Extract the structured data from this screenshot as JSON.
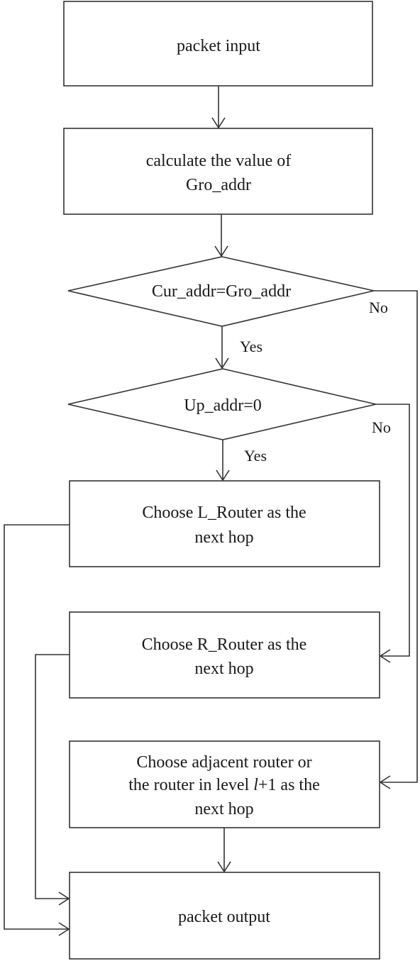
{
  "nodes": {
    "packet_input": {
      "line1": "packet input"
    },
    "calc_gro": {
      "line1": "calculate the value of",
      "line2": "Gro_addr"
    },
    "cur_check": {
      "line1": "Cur_addr=Gro_addr"
    },
    "up_check": {
      "line1": "Up_addr=0"
    },
    "choose_l": {
      "line1": "Choose L_Router as the",
      "line2": "next hop"
    },
    "choose_r": {
      "line1": "Choose R_Router as the",
      "line2": "next hop"
    },
    "choose_adj": {
      "line1": "Choose adjacent router or",
      "line2_before": "the router in level ",
      "line2_var": "l",
      "line2_after": "+1 as the",
      "line3": "next hop"
    },
    "packet_output": {
      "line1": "packet output"
    }
  },
  "edges": {
    "cur_yes": "Yes",
    "cur_no": "No",
    "up_yes": "Yes",
    "up_no": "No"
  }
}
